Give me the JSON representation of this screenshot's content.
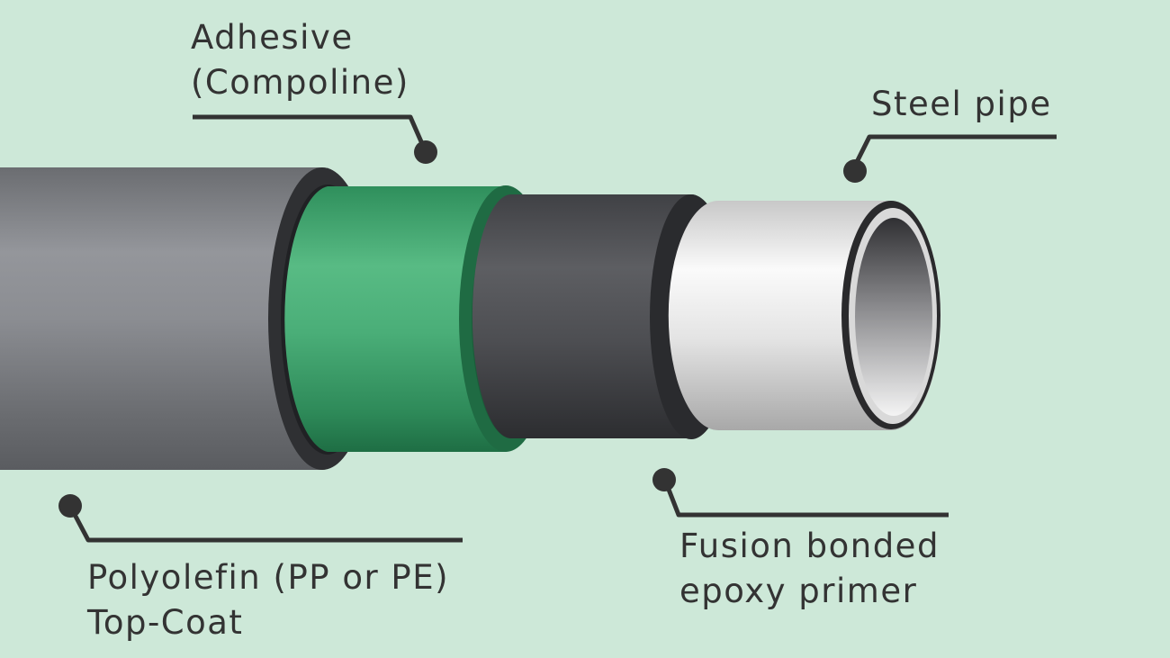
{
  "labels": {
    "adhesive": {
      "line1": "Adhesive",
      "line2": "(Compoline)"
    },
    "steel_pipe": {
      "line1": "Steel pipe"
    },
    "fusion": {
      "line1": "Fusion bonded",
      "line2": "epoxy primer"
    },
    "polyolefin": {
      "line1": "Polyolefin (PP or PE)",
      "line2": "Top-Coat"
    }
  },
  "colors": {
    "background": "#cde8d8",
    "topcoat": "#8a8c91",
    "adhesive": "#4aae78",
    "epoxy": "#4f5054",
    "steel": "#e6e6e6",
    "text_and_leaders": "#333333"
  }
}
